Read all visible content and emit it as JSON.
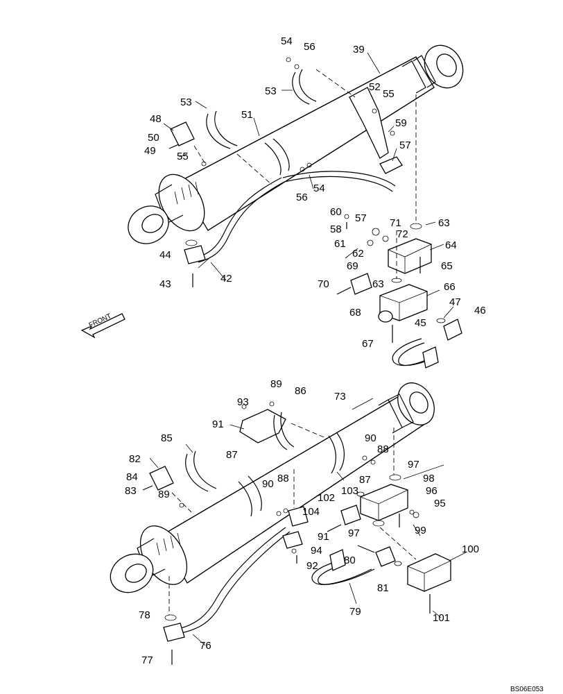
{
  "drawing_code": "BS06E053",
  "front_label": "FRONT",
  "part_labels": [
    "54",
    "56",
    "39",
    "53",
    "52",
    "55",
    "53",
    "51",
    "48",
    "50",
    "49",
    "55",
    "59",
    "57",
    "56",
    "54",
    "57",
    "60",
    "58",
    "71",
    "72",
    "63",
    "61",
    "62",
    "64",
    "69",
    "65",
    "44",
    "42",
    "43",
    "70",
    "63",
    "68",
    "66",
    "47",
    "46",
    "45",
    "67",
    "89",
    "86",
    "93",
    "73",
    "91",
    "85",
    "90",
    "88",
    "97",
    "82",
    "87",
    "84",
    "83",
    "89",
    "90",
    "88",
    "87",
    "98",
    "103",
    "102",
    "96",
    "95",
    "104",
    "97",
    "99",
    "91",
    "94",
    "80",
    "100",
    "92",
    "81",
    "79",
    "78",
    "76",
    "101",
    "77"
  ]
}
